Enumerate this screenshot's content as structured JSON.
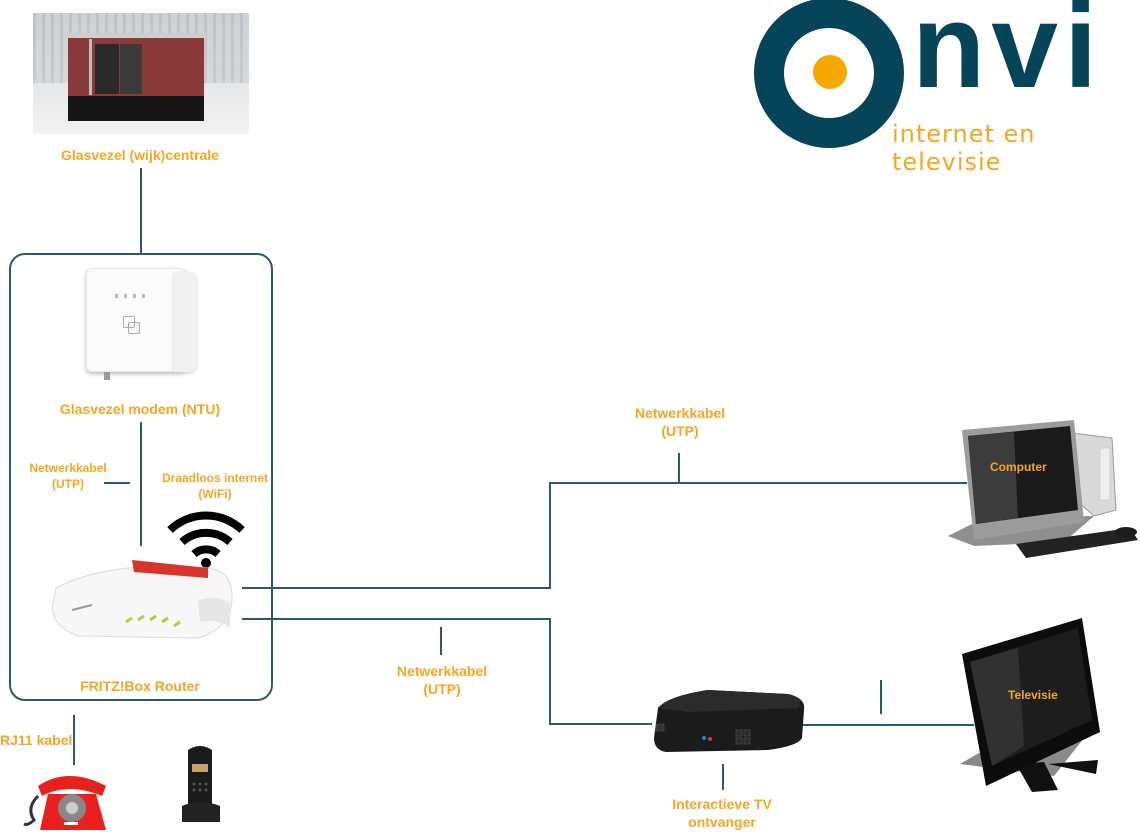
{
  "logo": {
    "brand": "nvi",
    "tagline": "internet en televisie",
    "colors": {
      "primary": "#06445a",
      "accent": "#f5a800"
    }
  },
  "colors": {
    "label": "#f5a623",
    "connector": "#2e5a6e"
  },
  "nodes": {
    "exchange": {
      "label": "Glasvezel (wijk)centrale",
      "icon": "fiber-exchange-building-image"
    },
    "ntu": {
      "label": "Glasvezel modem (NTU)",
      "icon": "fiber-modem-image"
    },
    "router": {
      "label": "FRITZ!Box Router",
      "icon": "router-image"
    },
    "computer": {
      "label": "Computer",
      "icon": "desktop-computer-image"
    },
    "tv": {
      "label": "Televisie",
      "icon": "television-image"
    },
    "stb": {
      "label_line1": "Interactieve TV",
      "label_line2": "ontvanger",
      "icon": "set-top-box-image"
    },
    "phone_corded": {
      "icon": "red-rotary-phone-image"
    },
    "phone_cordless": {
      "icon": "cordless-phone-image"
    }
  },
  "connections": {
    "ntu_router": {
      "line1": "Netwerkkabel",
      "line2": "(UTP)"
    },
    "wifi": {
      "line1": "Draadloos internet",
      "line2": "(WiFi)",
      "icon": "wifi-icon"
    },
    "router_computer": {
      "line1": "Netwerkkabel",
      "line2": "(UTP)"
    },
    "router_stb": {
      "line1": "Netwerkkabel",
      "line2": "(UTP)"
    },
    "router_phone": {
      "label": "RJ11 kabel"
    }
  }
}
